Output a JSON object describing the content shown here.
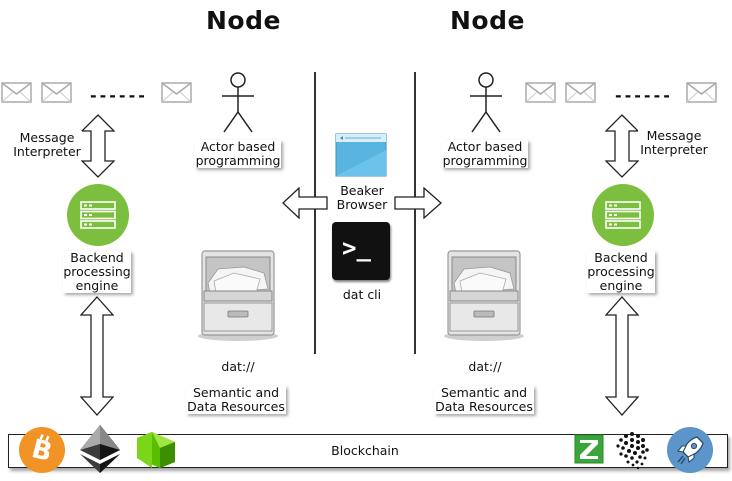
{
  "left_node": {
    "title": "Node",
    "message_interpreter": "Message\nInterpreter",
    "actor": "Actor based\nprogramming",
    "engine": "Backend\nprocessing\nengine",
    "dat_url": "dat://",
    "resources": "Semantic and\nData Resources",
    "dashes": "------"
  },
  "right_node": {
    "title": "Node",
    "message_interpreter": "Message\nInterpreter",
    "actor": "Actor based\nprogramming",
    "engine": "Backend\nprocessing\nengine",
    "dat_url": "dat://",
    "resources": "Semantic and\nData Resources",
    "dashes": "------"
  },
  "center": {
    "browser": "Beaker\nBrowser",
    "cli": "dat cli",
    "cli_glyph": ">_"
  },
  "blockchain": {
    "label": "Blockchain",
    "coins": [
      "bitcoin-icon",
      "ethereum-icon",
      "neo-icon",
      "zcash-icon",
      "iota-icon",
      "stellar-icon"
    ]
  },
  "colors": {
    "engine_green": "#7cbf3e",
    "bitcoin_orange": "#f29425",
    "neo_green": "#58bf00",
    "stellar_blue": "#5b95c9",
    "zcash_green": "#3aa53a",
    "browser_blue": "#5ab4e0"
  }
}
